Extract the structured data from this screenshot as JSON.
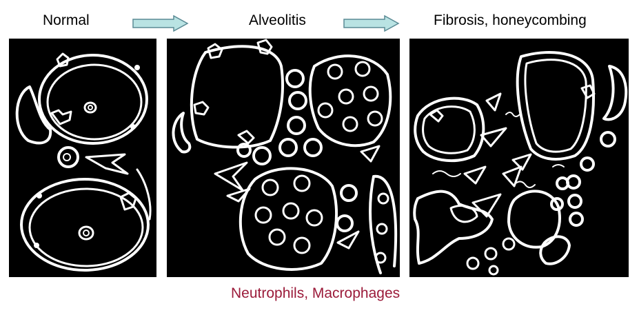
{
  "labels": {
    "normal": "Normal",
    "alveolitis": "Alveolitis",
    "fibrosis": "Fibrosis, honeycombing"
  },
  "caption": {
    "text": "Neutrophils, Macrophages",
    "color": "#9b1b3a"
  },
  "colors": {
    "arrow_fill": "#b9e3e3",
    "arrow_stroke": "#5a8a94",
    "panel_bg": "#000000",
    "line": "#ffffff"
  },
  "icons": [
    "arrow-right-icon"
  ]
}
